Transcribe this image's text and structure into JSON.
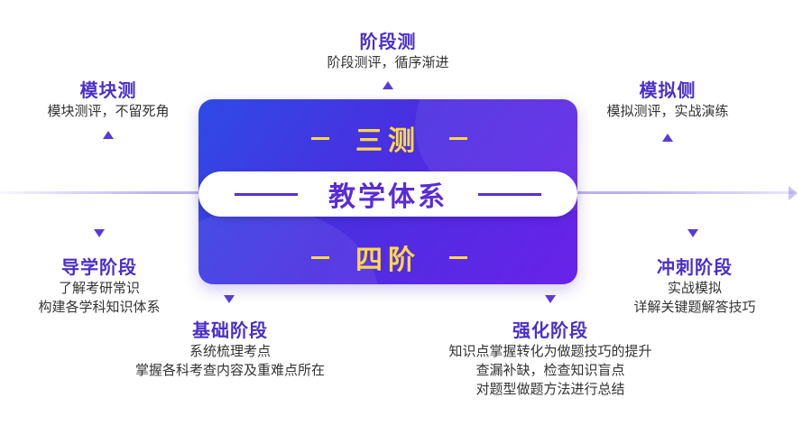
{
  "center": {
    "top_label": "三测",
    "band_label": "教学体系",
    "bottom_label": "四阶"
  },
  "stages": {
    "module_test": {
      "title": "模块测",
      "lines": [
        "模块测评，不留死角"
      ]
    },
    "stage_test": {
      "title": "阶段测",
      "lines": [
        "阶段测评，循序渐进"
      ]
    },
    "mock_test": {
      "title": "模拟侧",
      "lines": [
        "模拟测评，实战演练"
      ]
    },
    "guide_stage": {
      "title": "导学阶段",
      "lines": [
        "了解考研常识",
        "构建各学科知识体系"
      ]
    },
    "foundation_stage": {
      "title": "基础阶段",
      "lines": [
        "系统梳理考点",
        "掌握各科考查内容及重难点所在"
      ]
    },
    "strengthen_stage": {
      "title": "强化阶段",
      "lines": [
        "知识点掌握转化为做题技巧的提升",
        "查漏补缺，检查知识盲点",
        "对题型做题方法进行总结"
      ]
    },
    "sprint_stage": {
      "title": "冲刺阶段",
      "lines": [
        "实战模拟",
        "详解关键题解答技巧"
      ]
    }
  },
  "colors": {
    "accent": "#4b2fc9",
    "panel_start": "#2f4ae6",
    "panel_end": "#6a22ea",
    "highlight": "#ffd84a"
  }
}
